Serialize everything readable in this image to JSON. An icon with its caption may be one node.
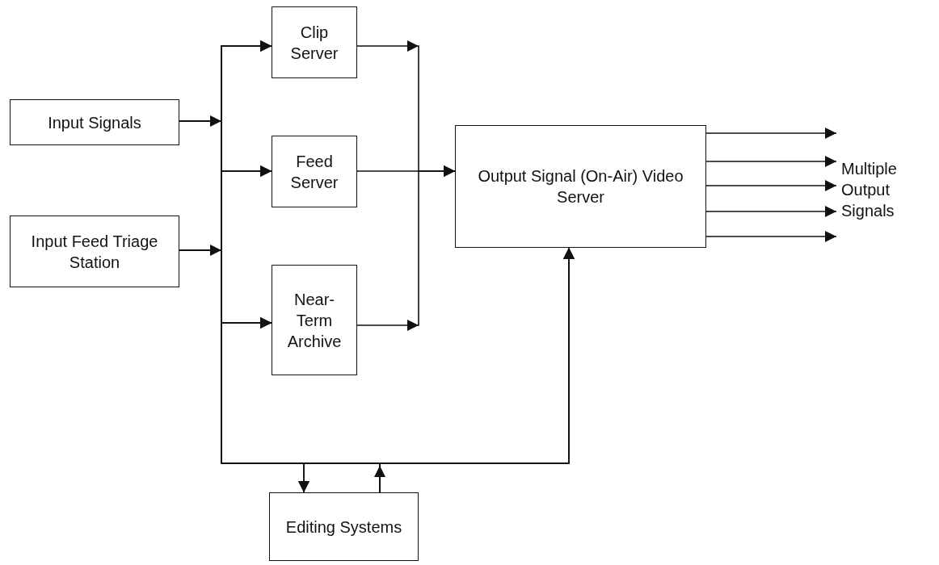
{
  "diagram": {
    "nodes": [
      {
        "text": [
          "Input Signals"
        ]
      },
      {
        "text": [
          "Input Feed Triage Station"
        ]
      },
      {
        "text": [
          "Clip Server"
        ]
      },
      {
        "text": [
          "Feed Server"
        ]
      },
      {
        "text": [
          "Near-Term Archive"
        ]
      },
      {
        "text": [
          "Output Signal (On-Air) Video Server"
        ]
      },
      {
        "text": [
          "Multiple Output Signals"
        ]
      },
      {
        "text": [
          "Editing Systems"
        ]
      }
    ],
    "edges": [
      {
        "from": 0,
        "to": 2,
        "arrow": "to"
      },
      {
        "from": 0,
        "to": 3,
        "arrow": "to"
      },
      {
        "from": 0,
        "to": 4,
        "arrow": "to"
      },
      {
        "from": 0,
        "to": 7,
        "arrow": "to"
      },
      {
        "from": 0,
        "to": 5,
        "arrow": "to"
      },
      {
        "from": 1,
        "to": 2,
        "arrow": "to"
      },
      {
        "from": 1,
        "to": 3,
        "arrow": "to"
      },
      {
        "from": 1,
        "to": 4,
        "arrow": "to"
      },
      {
        "from": 1,
        "to": 7,
        "arrow": "to"
      },
      {
        "from": 1,
        "to": 5,
        "arrow": "to"
      },
      {
        "from": 7,
        "to": 2,
        "arrow": "to"
      },
      {
        "from": 7,
        "to": 3,
        "arrow": "to"
      },
      {
        "from": 7,
        "to": 4,
        "arrow": "to"
      },
      {
        "from": 7,
        "to": 5,
        "arrow": "to"
      },
      {
        "from": 2,
        "to": 5,
        "arrow": "to"
      },
      {
        "from": 3,
        "to": 5,
        "arrow": "to"
      },
      {
        "from": 4,
        "to": 5,
        "arrow": "to"
      },
      {
        "from": 5,
        "to": 6,
        "arrow": "to"
      },
      {
        "from": 5,
        "to": 6,
        "arrow": "to"
      },
      {
        "from": 5,
        "to": 6,
        "arrow": "to"
      },
      {
        "from": 5,
        "to": 6,
        "arrow": "to"
      },
      {
        "from": 5,
        "to": 6,
        "arrow": "to"
      }
    ]
  }
}
